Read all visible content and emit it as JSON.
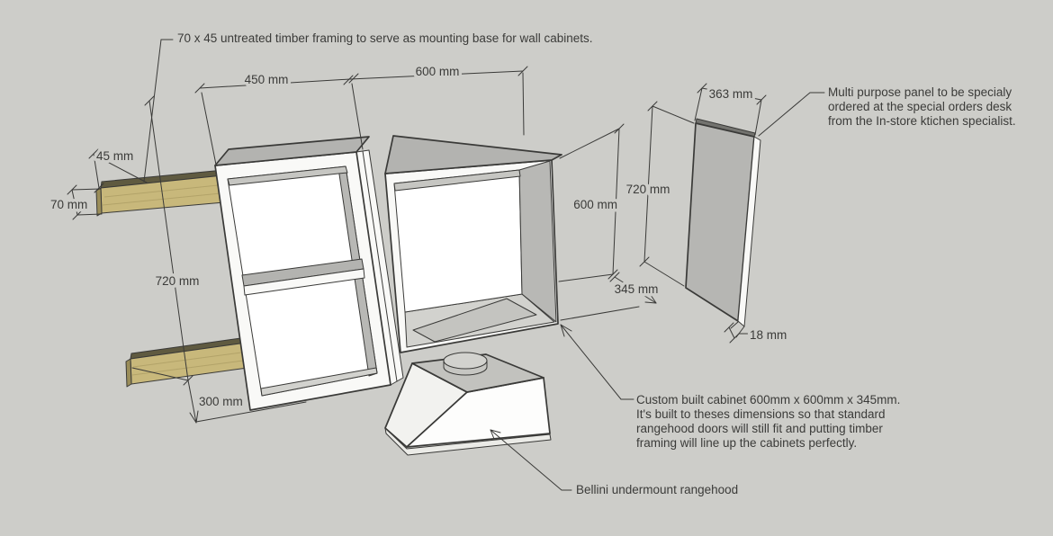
{
  "colors": {
    "background": "#cdcdc9",
    "line": "#3a3a38",
    "text": "#3b3b39",
    "face_top_gray": "#b3b3b0",
    "face_wall_gray": "#b8b8b5",
    "face_white": "#f9f9f7",
    "timber_face": "#c8b87b",
    "timber_top": "#5f5a40",
    "panel_gray": "#b6b6b3",
    "rangehood_top_gray": "#c2c2be"
  },
  "annotations": {
    "timber_note": "70 x 45 untreated timber framing to serve as mounting base for wall cabinets.",
    "panel_note": [
      "Multi purpose panel to be specialy",
      "ordered at the special orders desk",
      "from the In-store ktichen specialist."
    ],
    "cabinet_note": [
      "Custom built cabinet 600mm x 600mm x 345mm.",
      "It's built to theses dimensions so that standard",
      "rangehood doors will still fit and putting timber",
      "framing will line up the cabinets perfectly."
    ],
    "rangehood_note": "Bellini undermount rangehood"
  },
  "dimensions": {
    "left_cabinet_width": "450 mm",
    "right_cabinet_width": "600 mm",
    "timber_depth": "45 mm",
    "timber_height": "70 mm",
    "left_cabinet_height": "720 mm",
    "timber_offset": "300 mm",
    "right_cabinet_height": "600 mm",
    "panel_height": "720 mm",
    "cabinet_depth": "345 mm",
    "panel_width": "363 mm",
    "panel_thickness": "18 mm"
  }
}
